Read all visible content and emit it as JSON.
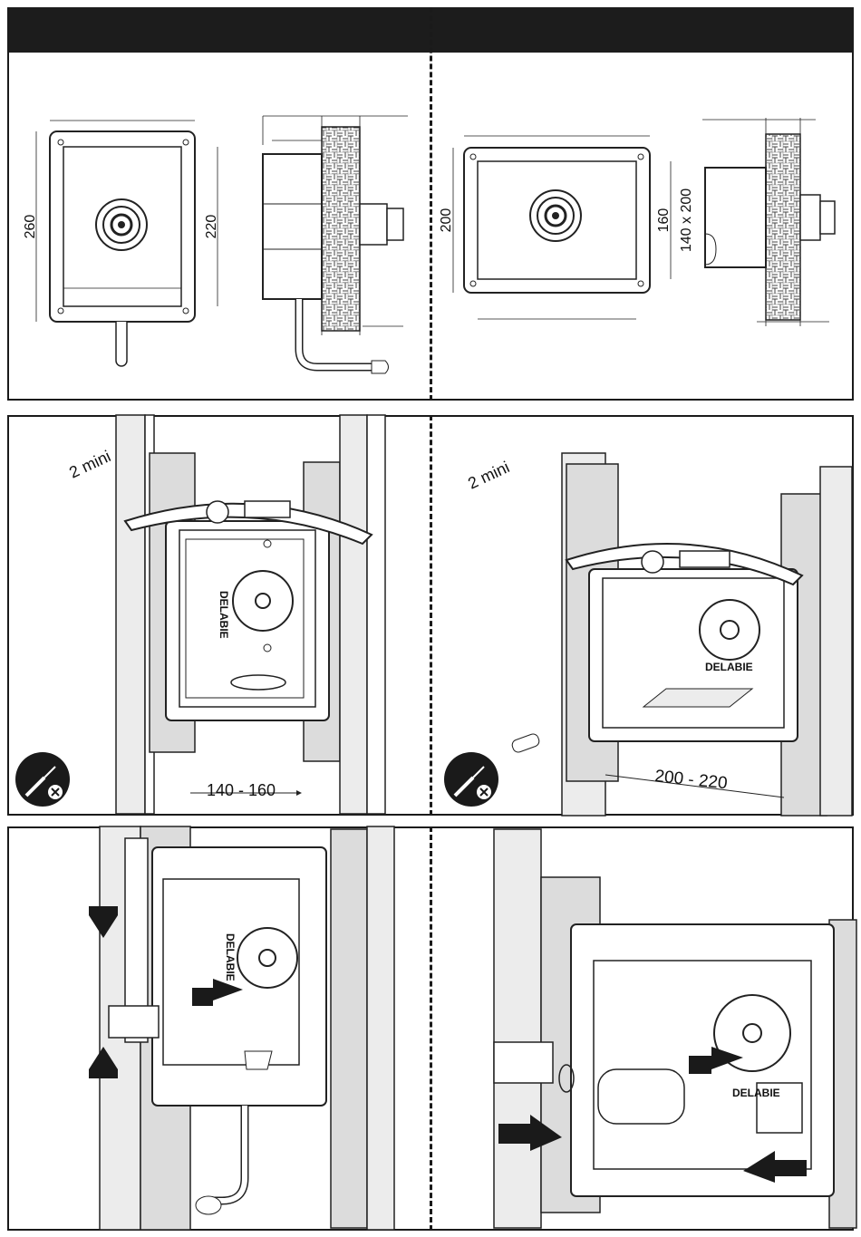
{
  "panels": {
    "top_left": {
      "dims": {
        "height_outer": "260",
        "height_inner": "220"
      }
    },
    "top_right": {
      "dims": {
        "height_outer": "200",
        "height_inner": "160",
        "cutout": "140 x 200"
      }
    },
    "mid_left": {
      "labels": {
        "min_gap": "2 mini",
        "spacing": "140 - 160",
        "brand": "DELABIE"
      },
      "icons": [
        "screwdriver-no-icon"
      ]
    },
    "mid_right": {
      "labels": {
        "min_gap": "2 mini",
        "spacing": "200 - 220",
        "brand": "DELABIE"
      },
      "icons": [
        "screwdriver-no-icon"
      ]
    },
    "bottom_left": {
      "labels": {
        "brand": "DELABIE"
      },
      "icons": [
        "arrow-down-icon",
        "arrow-up-icon",
        "arrow-right-icon"
      ]
    },
    "bottom_right": {
      "labels": {
        "brand": "DELABIE"
      },
      "icons": [
        "arrow-right-icon",
        "arrow-right-icon",
        "arrow-left-icon"
      ]
    }
  },
  "colors": {
    "ink": "#1a1a1a",
    "wall_gray": "#dcdcdc",
    "light_gray": "#ececec"
  }
}
